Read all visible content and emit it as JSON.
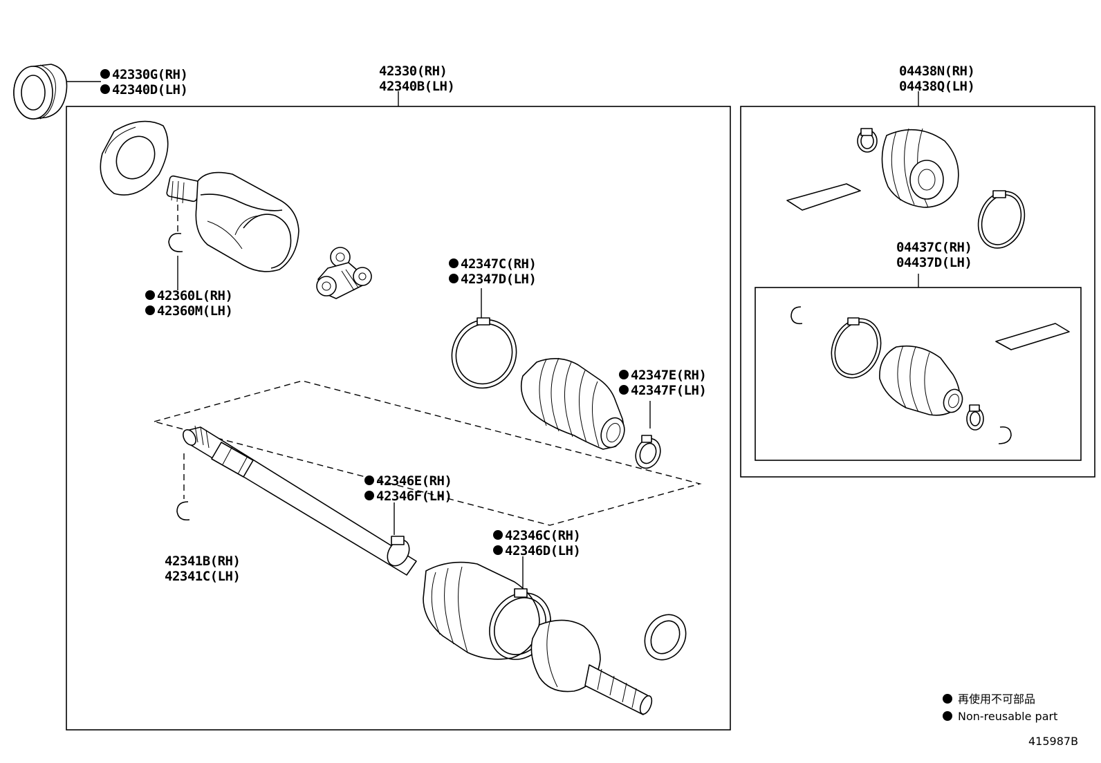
{
  "labels": {
    "outer_seal": [
      "42330G(RH)",
      "42340D(LH)"
    ],
    "shaft_assy": [
      "42330(RH)",
      "42340B(LH)"
    ],
    "inboard_snap_ring": [
      "42360L(RH)",
      "42360M(LH)"
    ],
    "large_boot_clamp": [
      "42347C(RH)",
      "42347D(LH)"
    ],
    "small_boot_clamp": [
      "42347E(RH)",
      "42347F(LH)"
    ],
    "shaft_snap_ring": [
      "42341B(RH)",
      "42341C(LH)"
    ],
    "outboard_clamp_small": [
      "42346E(RH)",
      "42346F(LH)"
    ],
    "outboard_clamp_large": [
      "42346C(RH)",
      "42346D(LH)"
    ],
    "boot_kit_outboard": [
      "04438N(RH)",
      "04438Q(LH)"
    ],
    "boot_kit_inboard": [
      "04437C(RH)",
      "04437D(LH)"
    ]
  },
  "non_reusable_marker": "●",
  "legend": {
    "marker": "●",
    "japanese": "再使用不可部品",
    "english": "Non-reusable part"
  },
  "figure_id": "415987B"
}
